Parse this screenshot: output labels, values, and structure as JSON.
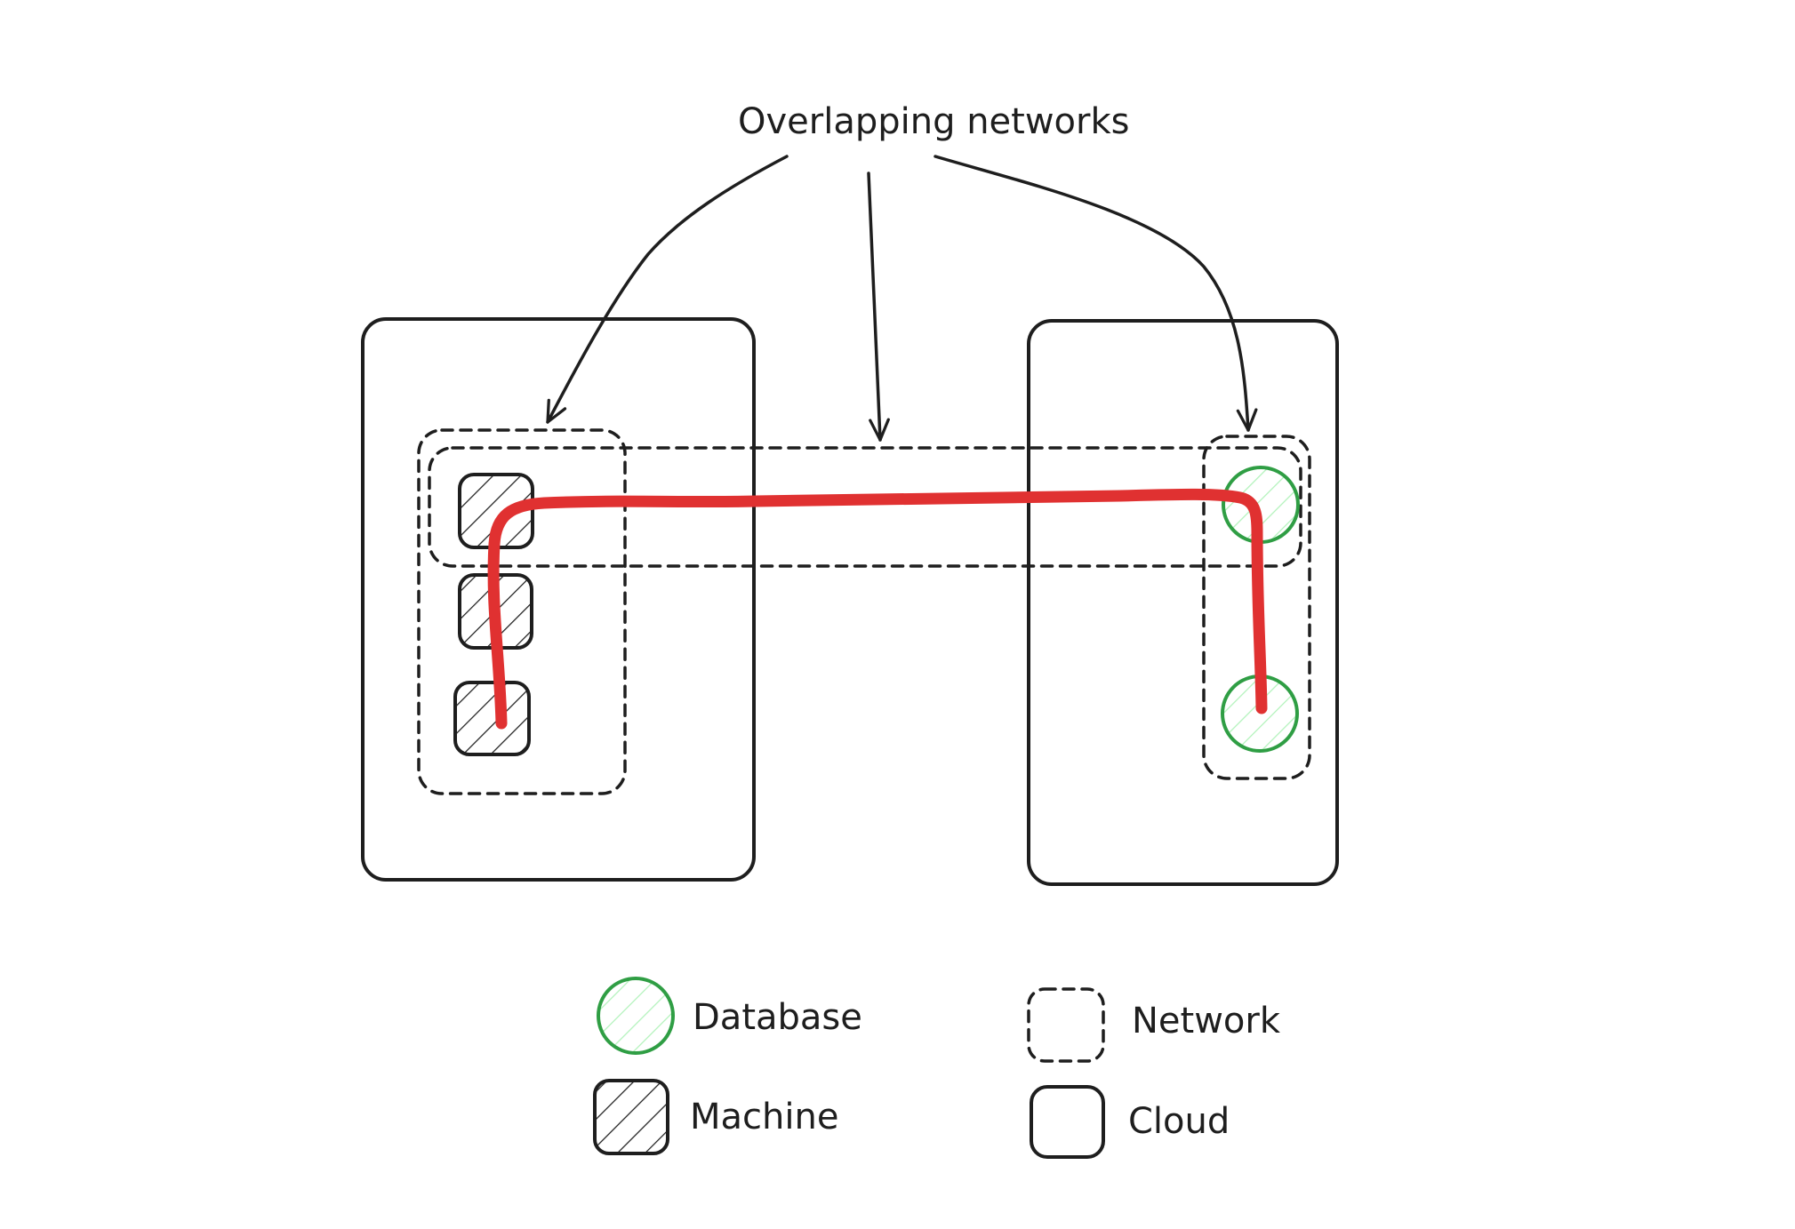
{
  "title": "Overlapping networks",
  "colors": {
    "stroke": "#1e1e1e",
    "database_stroke": "#2f9e44",
    "database_hatch": "#b2f2bb",
    "route": "#e03131",
    "background": "#ffffff"
  },
  "clouds": [
    {
      "name": "left-cloud",
      "contains": [
        "machine-1",
        "machine-2",
        "machine-3"
      ]
    },
    {
      "name": "right-cloud",
      "contains": [
        "database-1",
        "database-2"
      ]
    }
  ],
  "networks": [
    {
      "name": "left-network",
      "members": [
        "machine-1",
        "machine-2",
        "machine-3"
      ]
    },
    {
      "name": "cross-cloud-network",
      "members": [
        "machine-1",
        "database-1"
      ]
    },
    {
      "name": "right-network",
      "members": [
        "database-1",
        "database-2"
      ]
    }
  ],
  "route": {
    "from": "machine-3",
    "via": [
      "machine-1",
      "database-1"
    ],
    "to": "database-2"
  },
  "legend": {
    "items": [
      {
        "key": "database",
        "label": "Database",
        "icon": "database-icon"
      },
      {
        "key": "machine",
        "label": "Machine",
        "icon": "machine-icon"
      },
      {
        "key": "network",
        "label": "Network",
        "icon": "network-icon"
      },
      {
        "key": "cloud",
        "label": "Cloud",
        "icon": "cloud-icon"
      }
    ]
  }
}
